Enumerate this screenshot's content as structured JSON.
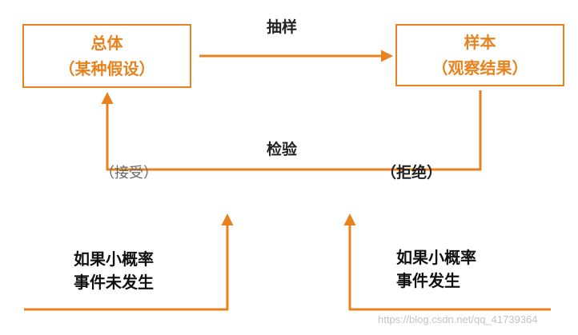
{
  "nodes": {
    "population": {
      "title": "总体",
      "subtitle": "（某种假设）"
    },
    "sample": {
      "title": "样本",
      "subtitle": "（观察结果）"
    }
  },
  "edges": {
    "sampling_label": "抽样",
    "test_label": "检验",
    "accept_label": "（接受）",
    "reject_label": "（拒绝）"
  },
  "conditions": {
    "left": {
      "line1": "如果小概率",
      "line2": "事件未发生"
    },
    "right": {
      "line1": "如果小概率",
      "line2": "事件发生"
    }
  },
  "watermark": "https://blog.csdn.net/qq_41739364",
  "colors": {
    "accent": "#e8821e",
    "text": "#222222"
  }
}
